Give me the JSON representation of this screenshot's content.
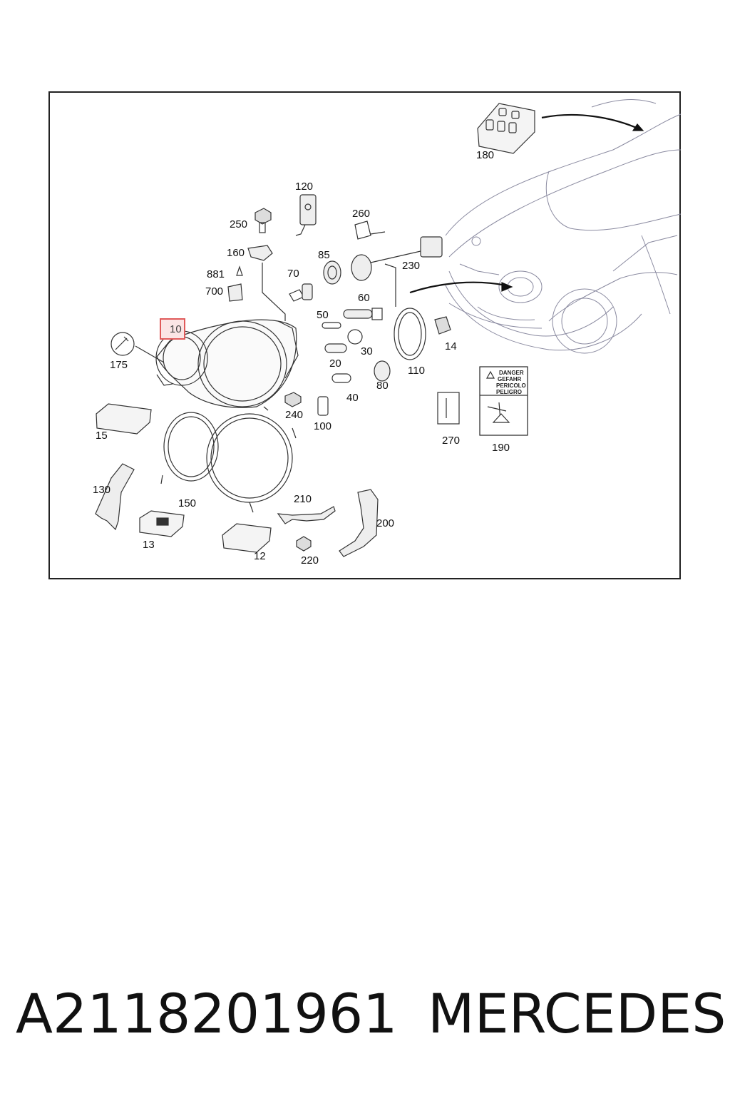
{
  "diagram": {
    "highlighted_part": "10",
    "callouts": {
      "c180": "180",
      "c120": "120",
      "c260": "260",
      "c250": "250",
      "c160": "160",
      "c85": "85",
      "c230": "230",
      "c881": "881",
      "c70": "70",
      "c700": "700",
      "c60": "60",
      "c50": "50",
      "c10": "10",
      "c14": "14",
      "c30": "30",
      "c175": "175",
      "c20": "20",
      "c110": "110",
      "c80": "80",
      "c40": "40",
      "c240": "240",
      "c100": "100",
      "c15": "15",
      "c270": "270",
      "c190": "190",
      "c130": "130",
      "c150": "150",
      "c210": "210",
      "c200": "200",
      "c13": "13",
      "c12": "12",
      "c220": "220"
    },
    "warning_label": {
      "line1": "DANGER",
      "line2": "GEFAHR",
      "line3": "PERICOLO",
      "line4": "PELIGRO"
    }
  },
  "footer": {
    "part_number": "A2118201961",
    "brand": "MERCEDES"
  }
}
